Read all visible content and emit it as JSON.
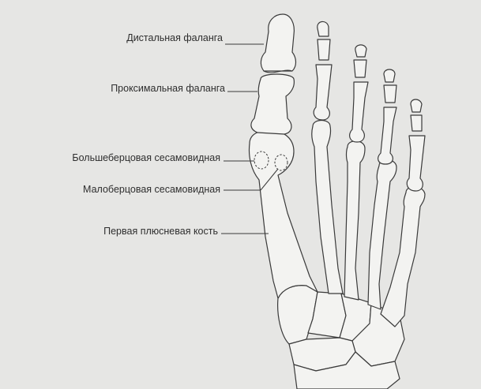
{
  "labels": {
    "distal_phalanx": "Дистальная фаланга",
    "proximal_phalanx": "Проксимальная фаланга",
    "tibial_sesamoid": "Большеберцовая сесамовидная",
    "fibular_sesamoid": "Малоберцовая сесамовидная",
    "first_metatarsal": "Первая плюсневая кость"
  },
  "colors": {
    "background": "#e6e6e4",
    "bone_fill": "#f3f3f1",
    "outline": "#3a3a3a",
    "text": "#2e2e2e"
  }
}
